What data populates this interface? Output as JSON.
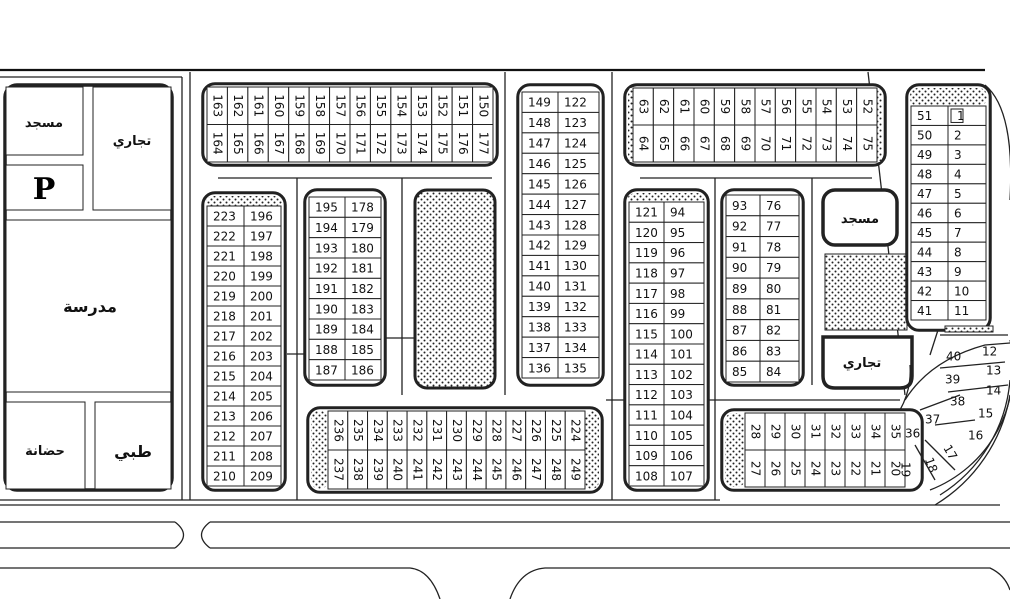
{
  "labels": {
    "mosque": "مسجد",
    "commercial": "تجاري",
    "parking": "P",
    "school": "مدرسة",
    "nursery": "حضانة",
    "medical": "طبي"
  },
  "blocks": {
    "A": {
      "row1": [
        "163",
        "162",
        "161",
        "160",
        "159",
        "158",
        "157",
        "156",
        "155",
        "154",
        "153",
        "152",
        "151",
        "150"
      ],
      "row2": [
        "164",
        "165",
        "166",
        "167",
        "168",
        "169",
        "170",
        "171",
        "172",
        "173",
        "174",
        "175",
        "176",
        "177"
      ]
    },
    "B": {
      "col1": [
        "223",
        "222",
        "221",
        "220",
        "219",
        "218",
        "217",
        "216",
        "215",
        "214",
        "213",
        "212",
        "211",
        "210"
      ],
      "col2": [
        "196",
        "197",
        "198",
        "199",
        "200",
        "201",
        "202",
        "203",
        "204",
        "205",
        "206",
        "207",
        "208",
        "209"
      ]
    },
    "C": {
      "col1": [
        "195",
        "194",
        "193",
        "192",
        "191",
        "190",
        "189",
        "188",
        "187"
      ],
      "col2": [
        "178",
        "179",
        "180",
        "181",
        "182",
        "183",
        "184",
        "185",
        "186"
      ]
    },
    "E": {
      "col1": [
        "149",
        "148",
        "147",
        "146",
        "145",
        "144",
        "143",
        "142",
        "141",
        "140",
        "139",
        "138",
        "137",
        "136"
      ],
      "col2": [
        "122",
        "123",
        "124",
        "125",
        "126",
        "127",
        "128",
        "129",
        "130",
        "131",
        "132",
        "133",
        "134",
        "135"
      ]
    },
    "F": {
      "row1": [
        "236",
        "235",
        "234",
        "233",
        "232",
        "231",
        "230",
        "229",
        "228",
        "227",
        "226",
        "225",
        "224"
      ],
      "row2": [
        "237",
        "238",
        "239",
        "240",
        "241",
        "242",
        "243",
        "244",
        "245",
        "246",
        "247",
        "248",
        "249"
      ]
    },
    "G": {
      "col1": [
        "121",
        "120",
        "119",
        "118",
        "117",
        "116",
        "115",
        "114",
        "113",
        "112",
        "111",
        "110",
        "109",
        "108"
      ],
      "col2": [
        "94",
        "95",
        "96",
        "97",
        "98",
        "99",
        "100",
        "101",
        "102",
        "103",
        "104",
        "105",
        "106",
        "107"
      ]
    },
    "H": {
      "col1": [
        "93",
        "92",
        "91",
        "90",
        "89",
        "88",
        "87",
        "86",
        "85"
      ],
      "col2": [
        "76",
        "77",
        "78",
        "79",
        "80",
        "81",
        "82",
        "83",
        "84"
      ]
    },
    "J": {
      "row1": [
        "63",
        "62",
        "61",
        "60",
        "59",
        "58",
        "57",
        "56",
        "55",
        "54",
        "53",
        "52"
      ],
      "row2": [
        "64",
        "65",
        "66",
        "67",
        "68",
        "69",
        "70",
        "71",
        "72",
        "73",
        "74",
        "75"
      ]
    },
    "K": {
      "col1": [
        "51",
        "50",
        "49",
        "48",
        "47",
        "46",
        "45",
        "44",
        "43",
        "42",
        "41"
      ],
      "col2": [
        "1",
        "2",
        "3",
        "4",
        "5",
        "6",
        "7",
        "8",
        "9",
        "10",
        "11"
      ]
    },
    "L": {
      "row1": [
        "28",
        "29",
        "30",
        "31",
        "32",
        "33",
        "34",
        "35"
      ],
      "row2": [
        "27",
        "26",
        "25",
        "24",
        "23",
        "22",
        "21",
        "20"
      ]
    }
  },
  "curve_lots": [
    "36",
    "37",
    "38",
    "39",
    "40",
    "12",
    "13",
    "14",
    "15",
    "16",
    "17",
    "18",
    "19"
  ],
  "colors": {
    "line": "#222222",
    "highlight": "#111111"
  }
}
